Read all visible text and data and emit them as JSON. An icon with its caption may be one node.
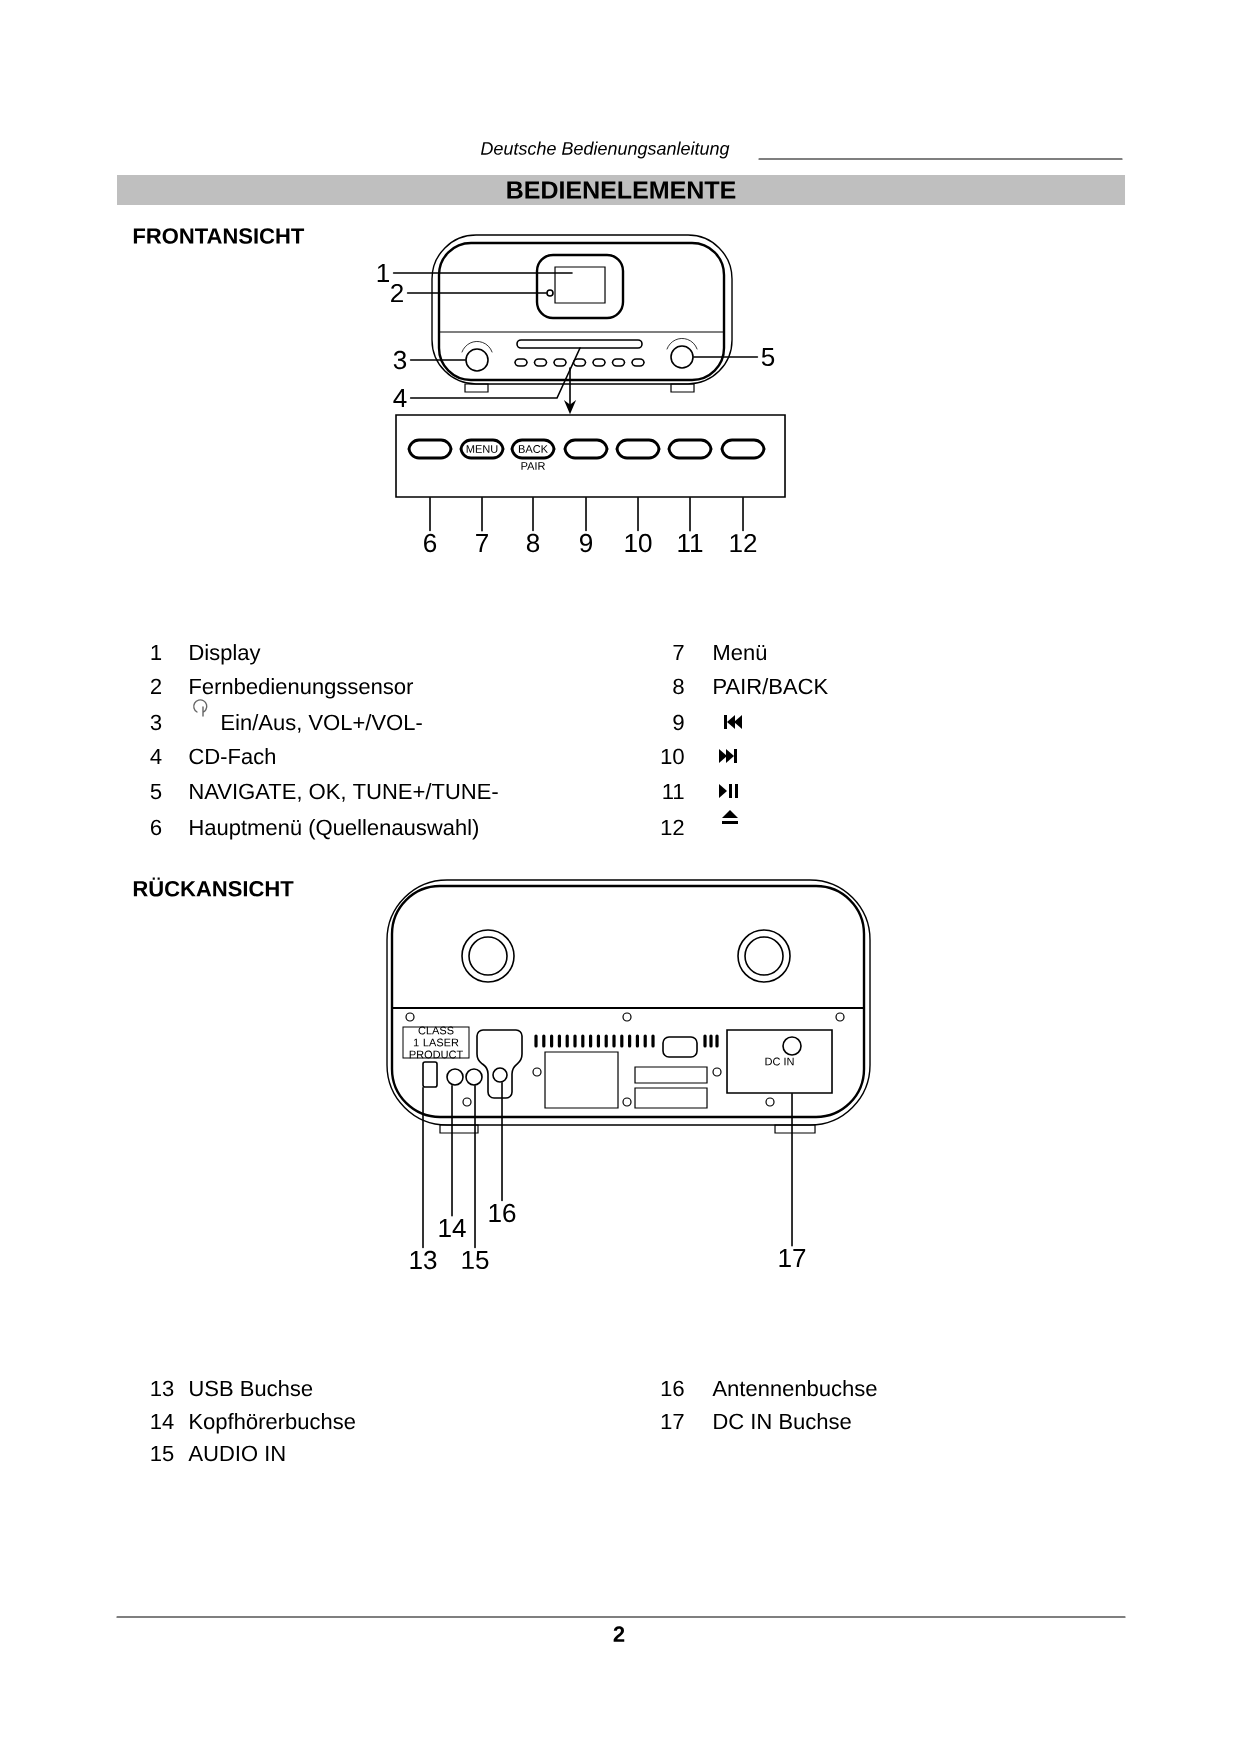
{
  "diagram": {
    "title": "BEDIENELEMENTE",
    "nodes": [
      {
        "text": [
          "1"
        ]
      },
      {
        "text": [
          "2"
        ]
      },
      {
        "text": [
          "3"
        ]
      },
      {
        "text": [
          "4"
        ]
      },
      {
        "text": [
          "5"
        ]
      },
      {
        "text": [
          "6"
        ]
      },
      {
        "text": [
          "7"
        ]
      },
      {
        "text": [
          "8"
        ]
      },
      {
        "text": [
          "9"
        ]
      },
      {
        "text": [
          "10"
        ]
      },
      {
        "text": [
          "11"
        ]
      },
      {
        "text": [
          "12"
        ]
      },
      {
        "text": [
          "13"
        ]
      },
      {
        "text": [
          "14"
        ]
      },
      {
        "text": [
          "15"
        ]
      },
      {
        "text": [
          "16"
        ]
      },
      {
        "text": [
          "17"
        ]
      },
      {
        "text": [],
        "shape": "box"
      },
      {
        "text": [],
        "shape": "circle"
      },
      {
        "text": [],
        "shape": "circle"
      },
      {
        "text": [],
        "shape": "circle"
      },
      {
        "text": [
          "DC IN"
        ]
      },
      {
        "text": [],
        "shape": "box"
      },
      {
        "text": [],
        "shape": "circle"
      },
      {
        "text": [],
        "shape": "circle"
      },
      {
        "text": [],
        "shape": "circle"
      }
    ],
    "edges": [
      {
        "from": 0,
        "to": null,
        "arrow": "none"
      },
      {
        "from": 1,
        "to": 18,
        "arrow": "none"
      },
      {
        "from": 2,
        "to": 19,
        "arrow": "none"
      },
      {
        "from": 3,
        "to": null,
        "arrow": "none"
      },
      {
        "from": 4,
        "to": 20,
        "arrow": "none"
      },
      {
        "from": null,
        "to": 17,
        "arrow": "to"
      },
      {
        "from": 5,
        "to": 17,
        "arrow": "none"
      },
      {
        "from": 6,
        "to": 17,
        "arrow": "none"
      },
      {
        "from": 7,
        "to": 17,
        "arrow": "none"
      },
      {
        "from": 8,
        "to": 17,
        "arrow": "none"
      },
      {
        "from": 9,
        "to": 17,
        "arrow": "none"
      },
      {
        "from": 10,
        "to": 17,
        "arrow": "none"
      },
      {
        "from": 11,
        "to": 17,
        "arrow": "none"
      },
      {
        "from": 12,
        "to": 22,
        "arrow": "none"
      },
      {
        "from": 13,
        "to": 23,
        "arrow": "none"
      },
      {
        "from": 14,
        "to": 24,
        "arrow": "none"
      },
      {
        "from": 15,
        "to": 25,
        "arrow": "none"
      },
      {
        "from": 16,
        "to": 21,
        "arrow": "none"
      }
    ],
    "labels": [
      "Deutsche Bedienungsanleitung",
      "FRONTANSICHT",
      "MENU",
      "BACK",
      "PAIR",
      "1",
      "Display",
      "7",
      "Menü",
      "2",
      "Fernbedienungssensor",
      "8",
      "PAIR/BACK",
      "3",
      "Ein/Aus, VOL+/VOL-",
      "9",
      "4",
      "CD-Fach",
      "10",
      "5",
      "NAVIGATE, OK, TUNE+/TUNE-",
      "11",
      "6",
      "Hauptmenü (Quellenauswahl)",
      "12",
      "RÜCKANSICHT",
      "CLASS 1 LASER PRODUCT",
      "13",
      "USB Buchse",
      "16",
      "Antennenbuchse",
      "14",
      "Kopfhörerbuchse",
      "17",
      "DC IN Buchse",
      "15",
      "AUDIO IN",
      "2"
    ]
  }
}
